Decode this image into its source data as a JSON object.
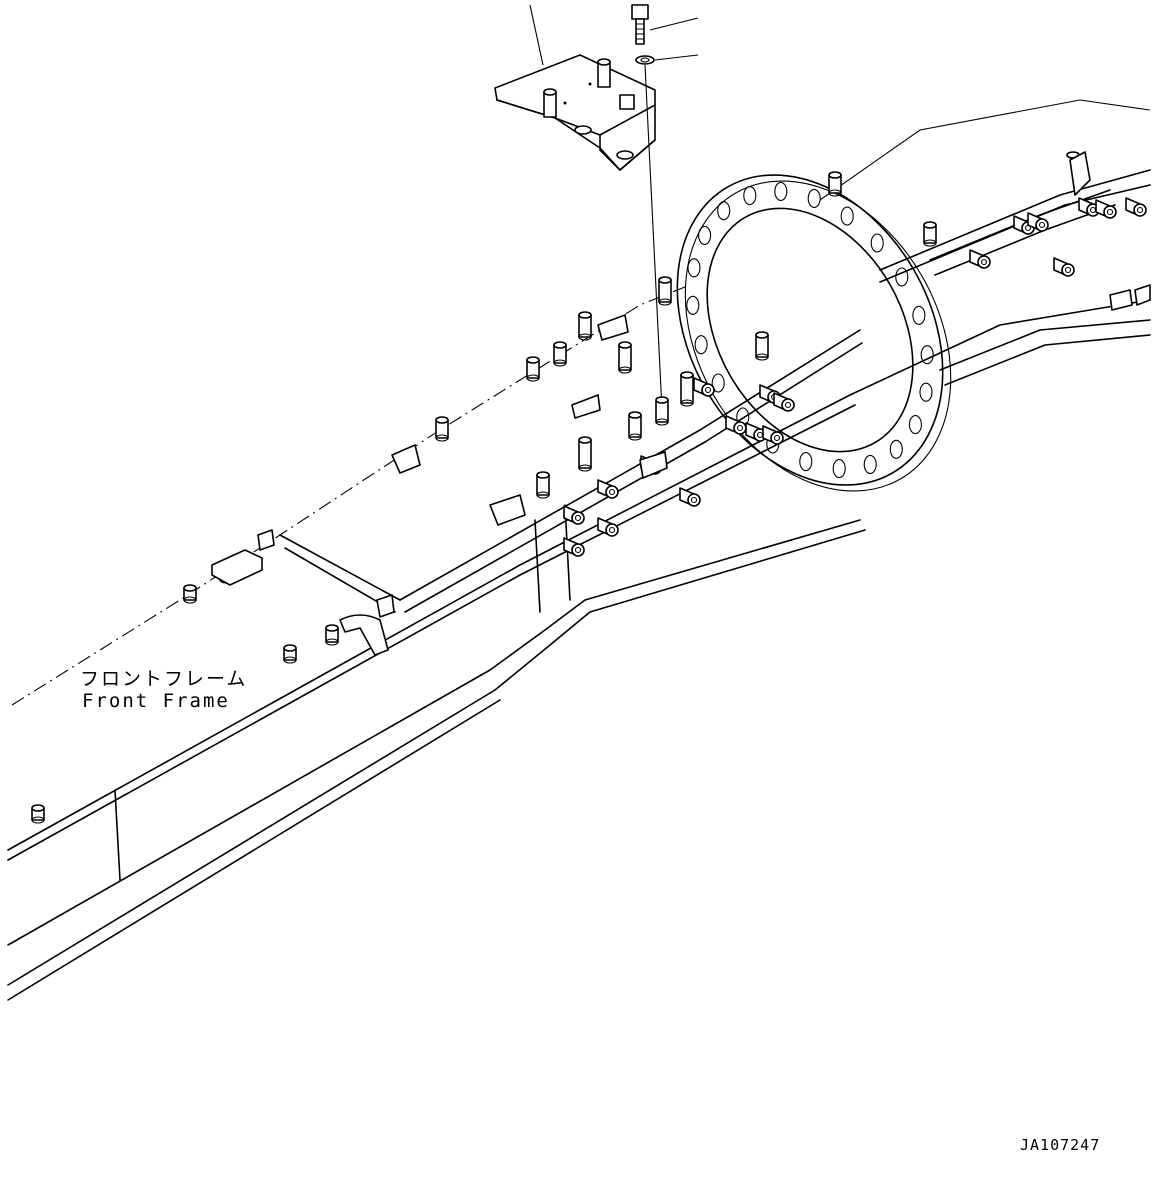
{
  "labels": {
    "front_frame_jp": "フロントフレーム",
    "front_frame_en": "Front Frame"
  },
  "drawing_id": "JA107247",
  "colors": {
    "line": "#000000",
    "background": "#ffffff"
  }
}
